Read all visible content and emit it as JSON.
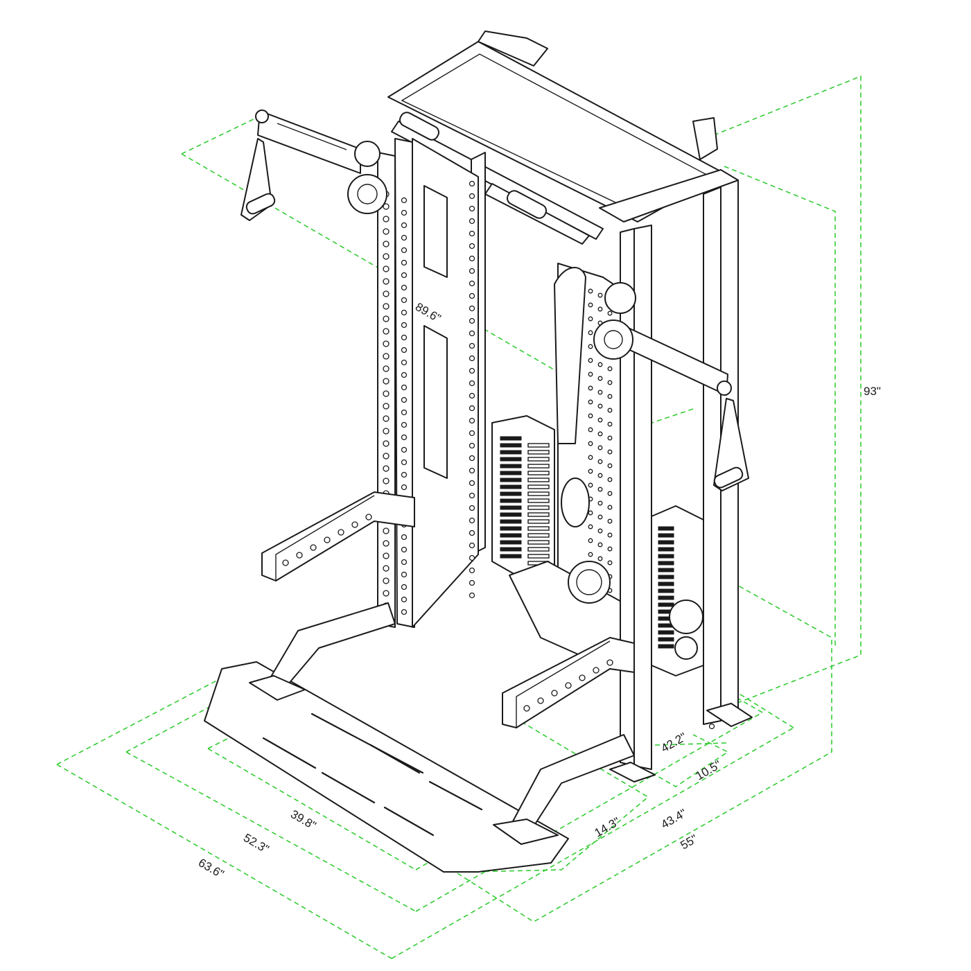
{
  "colors": {
    "dimension_line": "#33cc33",
    "drawing": "#1a1a1a",
    "background": "#ffffff"
  },
  "dimensions": {
    "height_total": "93\"",
    "depth_arms": "89.6\"",
    "footprint_w1": "39.8\"",
    "footprint_w2": "52.3\"",
    "footprint_w3": "63.6\"",
    "depth_1": "14.3\"",
    "depth_2": "43.4\"",
    "depth_3": "55\"",
    "side_1": "42.2\"",
    "side_2": "10.5\""
  }
}
